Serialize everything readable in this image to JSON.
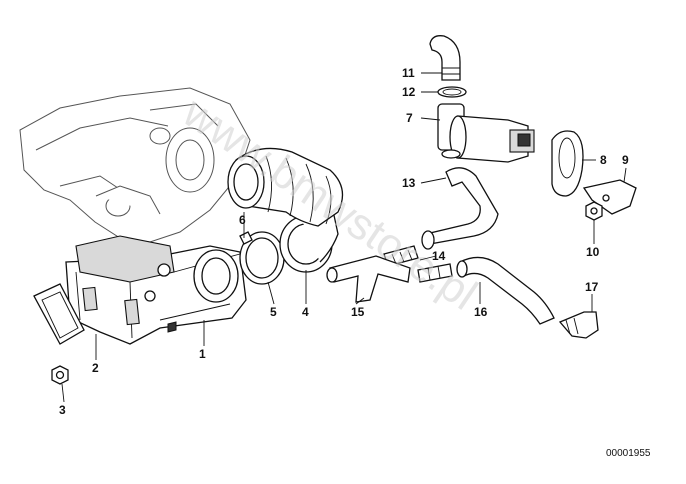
{
  "diagram": {
    "watermark": "www.bmwstore.pl",
    "reference_number": "00001955",
    "callouts": [
      {
        "id": "p1",
        "label": "1"
      },
      {
        "id": "p2",
        "label": "2"
      },
      {
        "id": "p3",
        "label": "3"
      },
      {
        "id": "p4",
        "label": "4"
      },
      {
        "id": "p5",
        "label": "5"
      },
      {
        "id": "p6",
        "label": "6"
      },
      {
        "id": "p7",
        "label": "7"
      },
      {
        "id": "p8",
        "label": "8"
      },
      {
        "id": "p9",
        "label": "9"
      },
      {
        "id": "p10",
        "label": "10"
      },
      {
        "id": "p11",
        "label": "11"
      },
      {
        "id": "p12",
        "label": "12"
      },
      {
        "id": "p13",
        "label": "13"
      },
      {
        "id": "p14",
        "label": "14"
      },
      {
        "id": "p15",
        "label": "15"
      },
      {
        "id": "p16",
        "label": "16"
      },
      {
        "id": "p17",
        "label": "17"
      }
    ]
  }
}
